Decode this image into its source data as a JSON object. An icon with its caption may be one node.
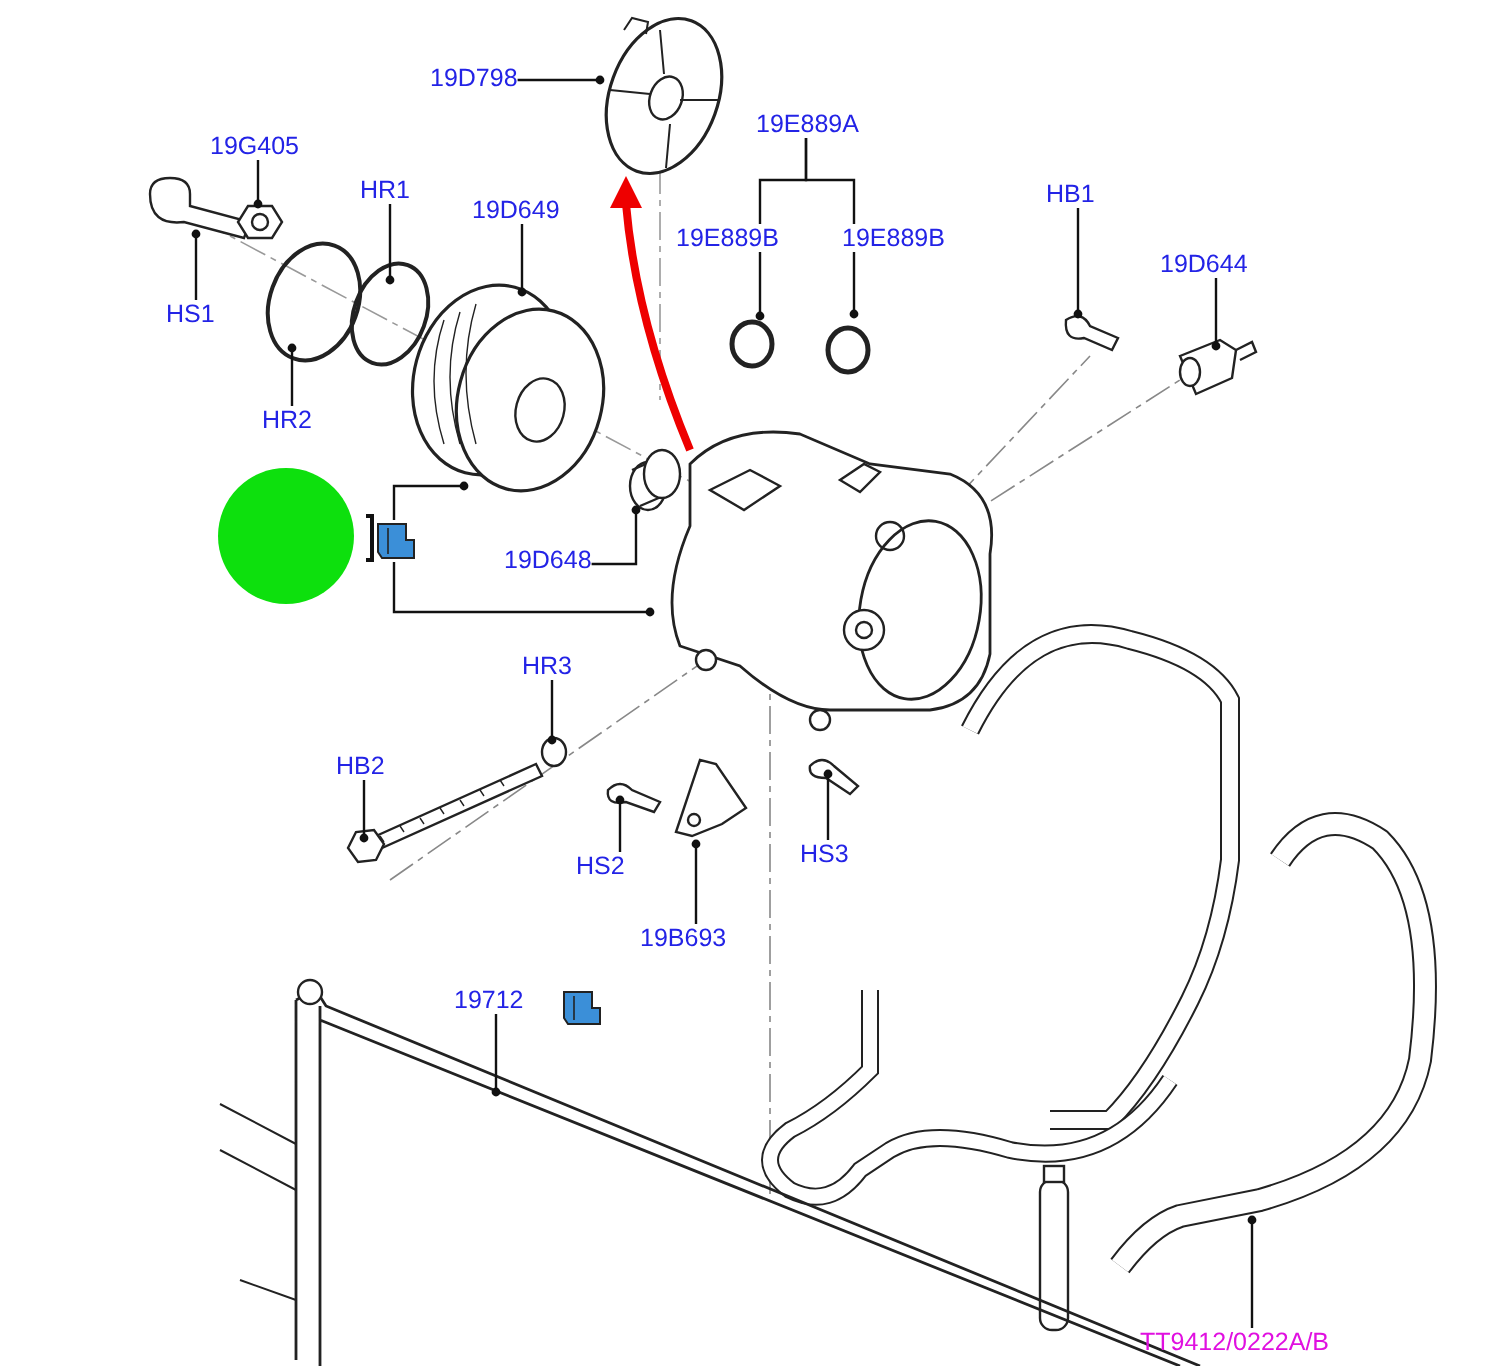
{
  "diagram": {
    "nodes": [
      {
        "text": [
          "19D798"
        ]
      },
      {
        "text": [
          "19G405"
        ]
      },
      {
        "text": [
          "HR1"
        ]
      },
      {
        "text": [
          "19D649"
        ]
      },
      {
        "text": [
          "HS1"
        ]
      },
      {
        "text": [
          "HR2"
        ]
      },
      {
        "text": [
          "19E889B"
        ]
      },
      {
        "text": [
          "19E889B"
        ]
      },
      {
        "text": [
          "HB1"
        ]
      },
      {
        "text": [
          "19D644"
        ]
      },
      {
        "text": [
          "19D648"
        ]
      },
      {
        "text": [
          "HR3"
        ]
      },
      {
        "text": [
          "HB2"
        ]
      },
      {
        "text": [
          "HS2"
        ]
      },
      {
        "text": [
          "HS3"
        ]
      },
      {
        "text": [
          "19B693"
        ]
      },
      {
        "text": [
          "19712"
        ]
      },
      {
        "text": [
          "TT9412/0222A/B"
        ]
      },
      {
        "text": [],
        "shape": "picture"
      },
      {
        "text": [
          "19E889A"
        ]
      }
    ],
    "edges": [
      {
        "from": 0,
        "to": null,
        "arrow": "other"
      },
      {
        "from": 1,
        "to": null,
        "arrow": "other"
      },
      {
        "from": 2,
        "to": null,
        "arrow": "other"
      },
      {
        "from": 3,
        "to": null,
        "arrow": "other"
      },
      {
        "from": 4,
        "to": null,
        "arrow": "other"
      },
      {
        "from": 5,
        "to": null,
        "arrow": "other"
      },
      {
        "from": 6,
        "to": null,
        "arrow": "other"
      },
      {
        "from": 7,
        "to": null,
        "arrow": "other"
      },
      {
        "from": 8,
        "to": null,
        "arrow": "other"
      },
      {
        "from": 9,
        "to": null,
        "arrow": "other"
      },
      {
        "from": 10,
        "to": null,
        "arrow": "other"
      },
      {
        "from": 11,
        "to": null,
        "arrow": "other"
      },
      {
        "from": 12,
        "to": null,
        "arrow": "other"
      },
      {
        "from": 13,
        "to": null,
        "arrow": "other"
      },
      {
        "from": 14,
        "to": null,
        "arrow": "other"
      },
      {
        "from": 15,
        "to": null,
        "arrow": "other"
      },
      {
        "from": 16,
        "to": null,
        "arrow": "other"
      },
      {
        "from": 17,
        "to": null,
        "arrow": "other"
      },
      {
        "from": 18,
        "to": null,
        "arrow": "other"
      },
      {
        "from": 18,
        "to": null,
        "arrow": "other"
      },
      {
        "from": 19,
        "to": 6,
        "arrow": "none"
      },
      {
        "from": 19,
        "to": 7,
        "arrow": "none"
      }
    ]
  }
}
